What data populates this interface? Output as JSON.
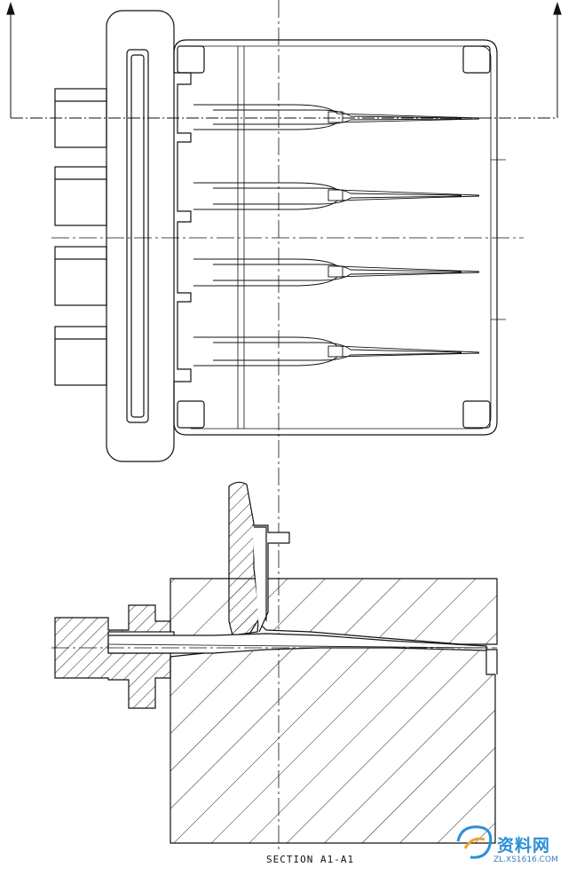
{
  "caption": "SECTION  A1-A1",
  "watermark": {
    "brand": "资料网",
    "url": "ZL.XS1616.COM"
  }
}
